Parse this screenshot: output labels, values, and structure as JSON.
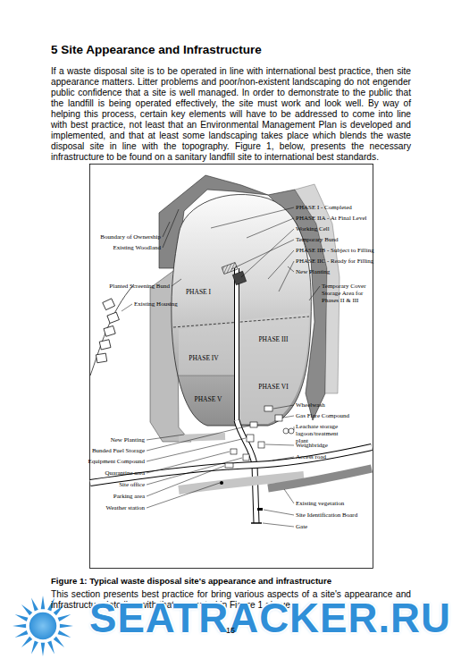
{
  "diagram": {
    "title": "5 Site Appearance and Infrastructure",
    "caption": "Figure 1: Typical waste disposal site's appearance and infrastructure",
    "labels": [
      "If a waste disposal site is to be operated in line with international best practice, then site appearance matters. Litter problems and poor/non-existent landscaping do not engender public confidence that a site is well managed. In order to demonstrate to the public that the landfill is being operated effectively, the site must work and look well. By way of helping this process, certain key elements will have to be addressed to come into line with best practice, not least that an Environmental Management Plan is developed and implemented, and that at least some landscaping takes place which blends the waste disposal site in line with the topography. Figure 1, below, presents the necessary infrastructure to be found on a sanitary landfill site to international best standards.",
      "PHASE I - Completed",
      "PHASE IIA - At Final Level",
      "Working Cell",
      "Temporary Bund",
      "PHASE IIB - Subject to Filling",
      "PHASE IIC - Ready for Filling",
      "New Planting",
      "Temporary Cover Storage Area for Phases II & III",
      "Wheelwash",
      "Gas Flare Compound",
      "Leachate storage lagoon/treatment plant",
      "Weighbridge",
      "Access road",
      "Existing vegetation",
      "Site Identification Board",
      "Gate",
      "Boundary of Ownership",
      "Existing Woodland",
      "Planted Screening Bund",
      "Existing Housing",
      "New Planting",
      "Bunded Fuel Storage",
      "Equipment Compound",
      "Quarantine area",
      "Site office",
      "Parking area",
      "Weather station",
      "PHASE I",
      "PHASE IV",
      "PHASE III",
      "PHASE V",
      "PHASE VI",
      "This section presents best practice for bring various aspects of a site's appearance and infrastructure into line with that presented in Figure 1 above.",
      "15",
      "SEATRACKER.RU"
    ]
  }
}
